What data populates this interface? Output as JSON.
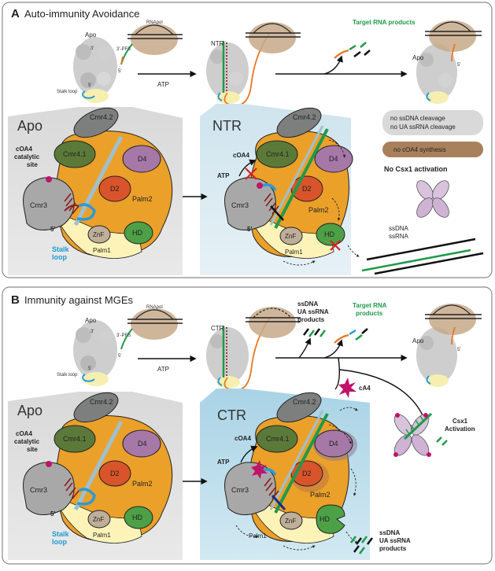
{
  "panelA": {
    "letter": "A",
    "title": "Auto-immunity Avoidance",
    "apo_label": "Apo",
    "rnapol_label": "RNApol",
    "pfs_label": "3'-PFS",
    "five_prime": "5'",
    "three_prime": "3'",
    "stalk_loop_small": "Stalk loop",
    "atp": "ATP",
    "ntr_label": "NTR",
    "target_rna_products": "Target RNA\nproducts",
    "apo_big": "Apo",
    "ntr_big": "NTR",
    "coa4": "cOA4",
    "coa4_catalytic": "cOA4\ncatalytic\nsite",
    "stalk_loop": "Stalk\nloop",
    "legend_no_cleavage": "no ssDNA cleavage\nno UA ssRNA cleavage",
    "legend_no_synthesis": "no cOA4 synthesis",
    "no_csx1": "No Csx1 activation",
    "ssdna_ssrna": "ssDNA\nssRNA"
  },
  "panelB": {
    "letter": "B",
    "title": "Immunity against MGEs",
    "apo_label": "Apo",
    "rnapol_label": "RNApol",
    "pfs_label": "3'-PFS",
    "five_prime": "5'",
    "three_prime": "3'",
    "stalk_loop_small": "Stalk loop",
    "atp": "ATP",
    "ctr_label": "CTR",
    "ssdna_products": "ssDNA\nUA ssRNA\nproducts",
    "target_rna_products": "Target RNA\nproducts",
    "ca4": "cA4",
    "csx1_activation": "Csx1\nActivation",
    "apo_big": "Apo",
    "ctr_big": "CTR",
    "coa4": "cOA4",
    "coa4_catalytic": "cOA4\ncatalytic\nsite",
    "stalk_loop": "Stalk\nloop",
    "bottom_products": "ssDNA\nUA ssRNA\nproducts"
  },
  "domains": {
    "cmr42": "Cmr4.2",
    "cmr41": "Cmr4.1",
    "d4": "D4",
    "d2": "D2",
    "cmr3": "Cmr3",
    "palm2": "Palm2",
    "znf": "ZnF",
    "hd": "HD",
    "palm1": "Palm1"
  },
  "colors": {
    "cmr42": "#7d7f7f",
    "cmr41": "#5b7a3a",
    "d4": "#a678a8",
    "d2": "#d9542a",
    "cmr3": "#a8a8a8",
    "palm2": "#eba02a",
    "znf": "#bfae99",
    "hd": "#4da046",
    "palm1": "#fdf3b8",
    "crRNA": "#8b1a1a",
    "target_green": "#1f9a4a",
    "target_orange": "#e87722",
    "stalk": "#2a9ad6",
    "cyclic": "#c0146a"
  }
}
